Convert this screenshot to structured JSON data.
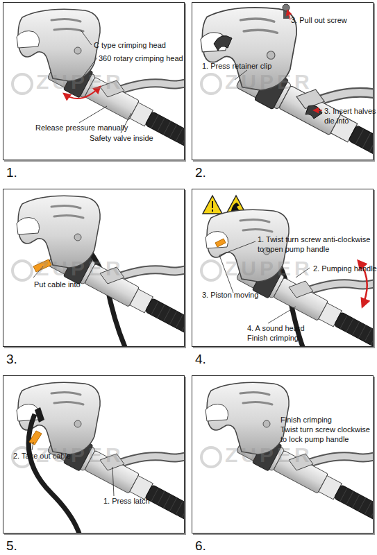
{
  "diagram": {
    "nodes": [
      {
        "text": [
          "C type crimping head",
          "360 rotary crimping head",
          "Release pressure manually",
          "Safety valve inside",
          "1."
        ]
      },
      {
        "text": [
          "3. Pull out screw",
          "1. Press retainer clip",
          "3. Insert halves die into",
          "2."
        ]
      },
      {
        "text": [
          "Put cable into",
          "3."
        ]
      },
      {
        "text": [
          "1. Twist turn screw anti-clockwise to open pump handle",
          "2. Pumping handle",
          "3. Piston moving",
          "4. A sound heard Finish crimping",
          "4."
        ]
      },
      {
        "text": [
          "2. Take out cable",
          "1. Press latch",
          "5."
        ]
      },
      {
        "text": [
          "Finish crimping",
          "Twist turn screw clockwise to lock pump handle",
          "6."
        ]
      }
    ],
    "labels": [
      "ZUPER",
      "ZUPER",
      "ZUPER",
      "ZUPER",
      "ZUPER",
      "ZUPER"
    ]
  }
}
